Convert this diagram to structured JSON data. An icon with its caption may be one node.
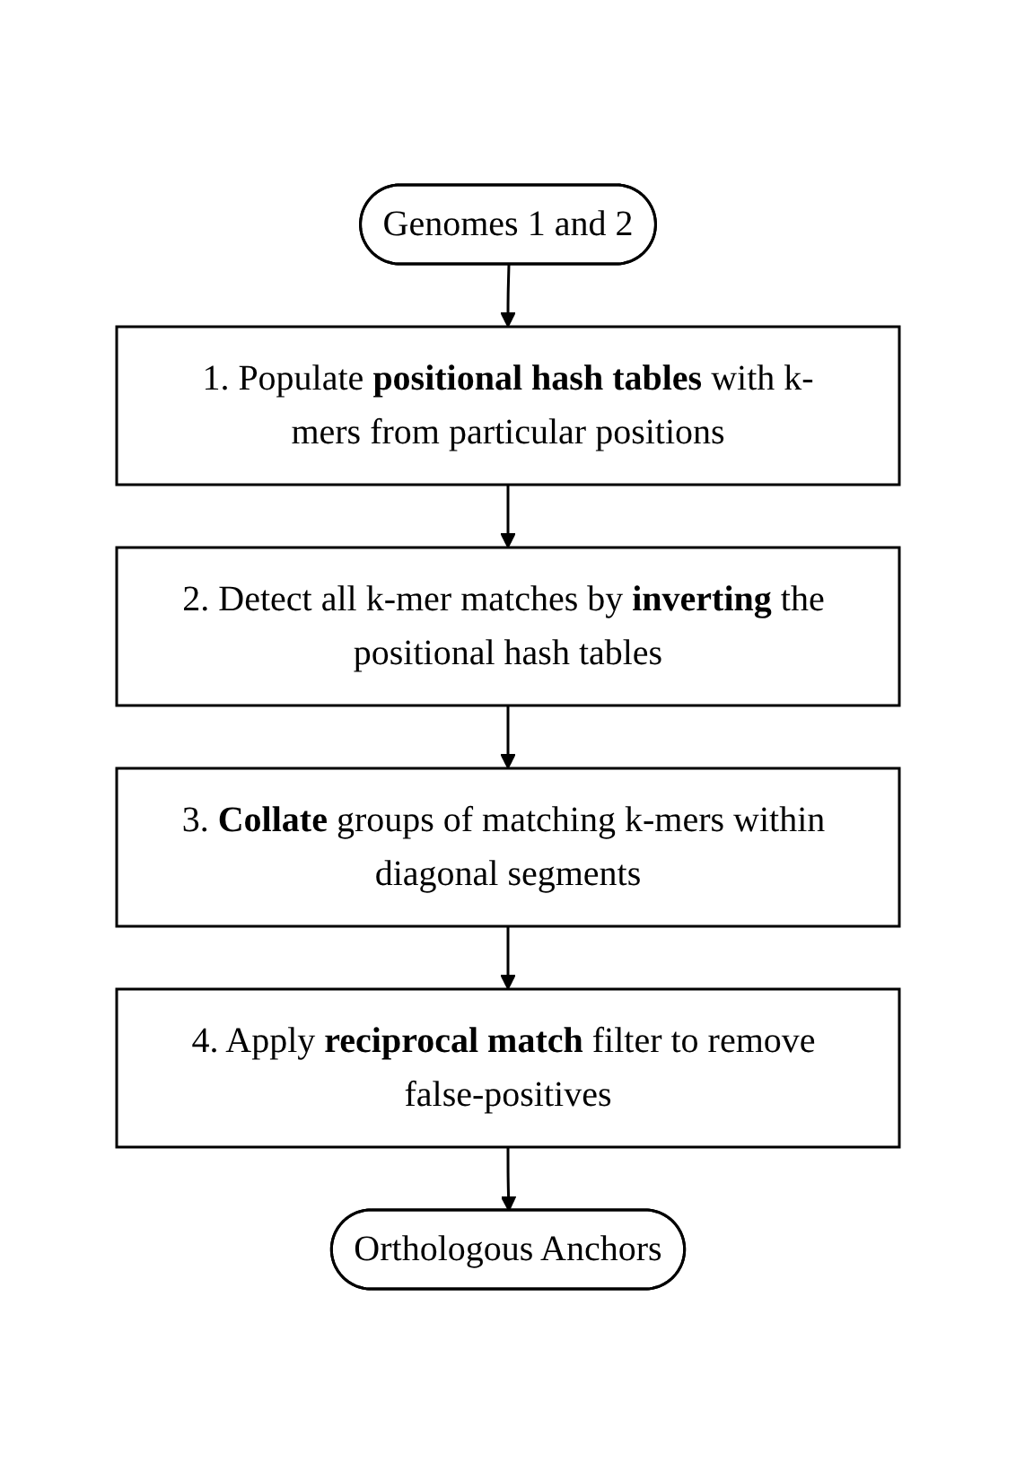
{
  "diagram": {
    "nodes": [
      {
        "text": [
          "Genomes 1 and 2"
        ]
      },
      {
        "text": [
          "1. Populate **positional hash tables** with k-mers from particular positions"
        ]
      },
      {
        "text": [
          "2. Detect all k-mer matches by **inverting** the positional hash tables"
        ]
      },
      {
        "text": [
          "3. **Collate** groups of matching k-mers within diagonal segments"
        ]
      },
      {
        "text": [
          "4. Apply **reciprocal match** filter to remove false-positives"
        ]
      },
      {
        "text": [
          "Orthologous Anchors"
        ]
      }
    ],
    "edges": [
      {
        "from": 0,
        "to": 1,
        "arrow": "to"
      },
      {
        "from": 1,
        "to": 2,
        "arrow": "to"
      },
      {
        "from": 2,
        "to": 3,
        "arrow": "to"
      },
      {
        "from": 3,
        "to": 4,
        "arrow": "to"
      },
      {
        "from": 4,
        "to": 5,
        "arrow": "to"
      }
    ]
  }
}
